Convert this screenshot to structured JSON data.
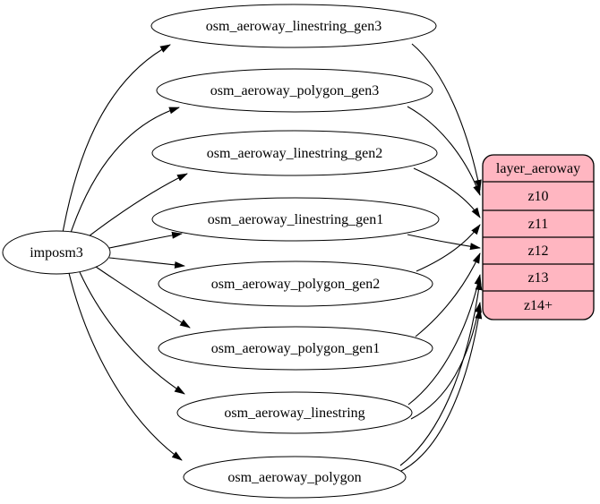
{
  "diagram": {
    "kind": "etl-graph",
    "background_color": "#ffffff",
    "edge_color": "#000000",
    "source": {
      "label": "imposm3"
    },
    "tables": [
      {
        "label": "osm_aeroway_linestring_gen3",
        "targets": [
          "z10"
        ]
      },
      {
        "label": "osm_aeroway_polygon_gen3",
        "targets": [
          "z10"
        ]
      },
      {
        "label": "osm_aeroway_linestring_gen2",
        "targets": [
          "z11"
        ]
      },
      {
        "label": "osm_aeroway_linestring_gen1",
        "targets": [
          "z12"
        ]
      },
      {
        "label": "osm_aeroway_polygon_gen2",
        "targets": [
          "z11"
        ]
      },
      {
        "label": "osm_aeroway_polygon_gen1",
        "targets": [
          "z12"
        ]
      },
      {
        "label": "osm_aeroway_linestring",
        "targets": [
          "z13",
          "z14+"
        ]
      },
      {
        "label": "osm_aeroway_polygon",
        "targets": [
          "z13",
          "z14+"
        ]
      }
    ],
    "layer": {
      "title": "layer_aeroway",
      "rows": [
        "z10",
        "z11",
        "z12",
        "z13",
        "z14+"
      ],
      "fill_color": "#ffb6c1",
      "border_color": "#000000"
    },
    "edges_from_source": [
      "osm_aeroway_linestring_gen3",
      "osm_aeroway_polygon_gen3",
      "osm_aeroway_linestring_gen2",
      "osm_aeroway_linestring_gen1",
      "osm_aeroway_polygon_gen2",
      "osm_aeroway_polygon_gen1",
      "osm_aeroway_linestring",
      "osm_aeroway_polygon"
    ]
  }
}
